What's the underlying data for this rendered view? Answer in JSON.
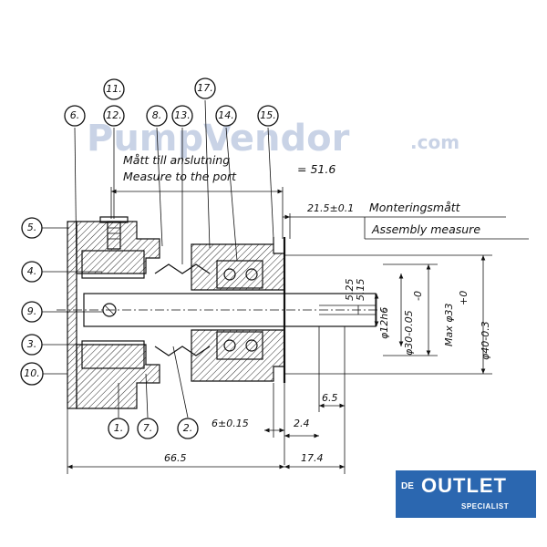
{
  "watermark": {
    "text": "PumpVendor",
    "suffix": ".com"
  },
  "brand": {
    "left": "DE",
    "main": "OUTLET",
    "sub": "SPECIALIST"
  },
  "colors": {
    "ink": "#111111",
    "watermark": "#c9d3e6",
    "brand_blue": "#2b67b0"
  },
  "bubbles": {
    "b11": "11.",
    "b12": "12.",
    "b6": "6.",
    "b8": "8.",
    "b13": "13.",
    "b17": "17.",
    "b14": "14.",
    "b15": "15.",
    "b5": "5.",
    "b4": "4.",
    "b9": "9.",
    "b3": "3.",
    "b10": "10.",
    "b1": "1.",
    "b7": "7.",
    "b2": "2."
  },
  "notes": {
    "port_sv": "Mått till anslutning",
    "port_en": "Measure to the port",
    "port_value": "= 51.6",
    "assembly_value": "21.5±0.1",
    "assembly_sv": "Monteringsmått",
    "assembly_en": "Assembly measure"
  },
  "dims": {
    "d525": "5.25",
    "d515": "5.15",
    "shaft": "φ12h6",
    "bore": "φ30-0.05",
    "bore_sub": "-0",
    "max": "Max φ33",
    "outer": "φ40-0.3",
    "outer_sub": "+0",
    "d65": "6.5",
    "d6": "6±0.15",
    "d24": "2.4",
    "d665": "66.5",
    "d174": "17.4"
  }
}
